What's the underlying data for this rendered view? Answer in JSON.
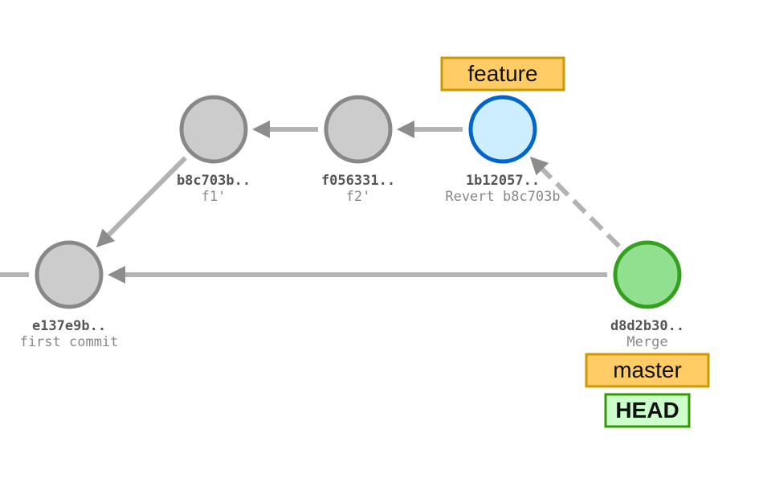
{
  "commits": [
    {
      "id": "e137e9b",
      "hash": "e137e9b..",
      "message": "first commit",
      "state": "normal"
    },
    {
      "id": "b8c703b",
      "hash": "b8c703b..",
      "message": "f1'",
      "state": "normal"
    },
    {
      "id": "f056331",
      "hash": "f056331..",
      "message": "f2'",
      "state": "normal"
    },
    {
      "id": "1b12057",
      "hash": "1b12057..",
      "message": "Revert b8c703b",
      "state": "branch-tip"
    },
    {
      "id": "d8d2b30",
      "hash": "d8d2b30..",
      "message": "Merge",
      "state": "head"
    }
  ],
  "edges": [
    {
      "from": "b8c703b",
      "to": "e137e9b",
      "style": "solid"
    },
    {
      "from": "f056331",
      "to": "b8c703b",
      "style": "solid"
    },
    {
      "from": "1b12057",
      "to": "f056331",
      "style": "solid"
    },
    {
      "from": "d8d2b30",
      "to": "e137e9b",
      "style": "solid"
    },
    {
      "from": "d8d2b30",
      "to": "1b12057",
      "style": "dashed"
    }
  ],
  "branches": [
    {
      "name": "feature",
      "commit": "1b12057"
    },
    {
      "name": "master",
      "commit": "d8d2b30"
    }
  ],
  "head": {
    "label": "HEAD",
    "commit": "d8d2b30"
  },
  "colors": {
    "node_normal_fill": "#cccccc",
    "node_normal_stroke": "#888888",
    "node_branch_fill": "#cceeff",
    "node_branch_stroke": "#0066cc",
    "node_head_fill": "#90e090",
    "node_head_stroke": "#33a020",
    "edge": "#b3b3b3",
    "arrow": "#8c8c8c",
    "branch_fill": "#ffcc66",
    "branch_stroke": "#cc9900",
    "head_fill": "#ccffcc",
    "head_stroke": "#339900"
  }
}
